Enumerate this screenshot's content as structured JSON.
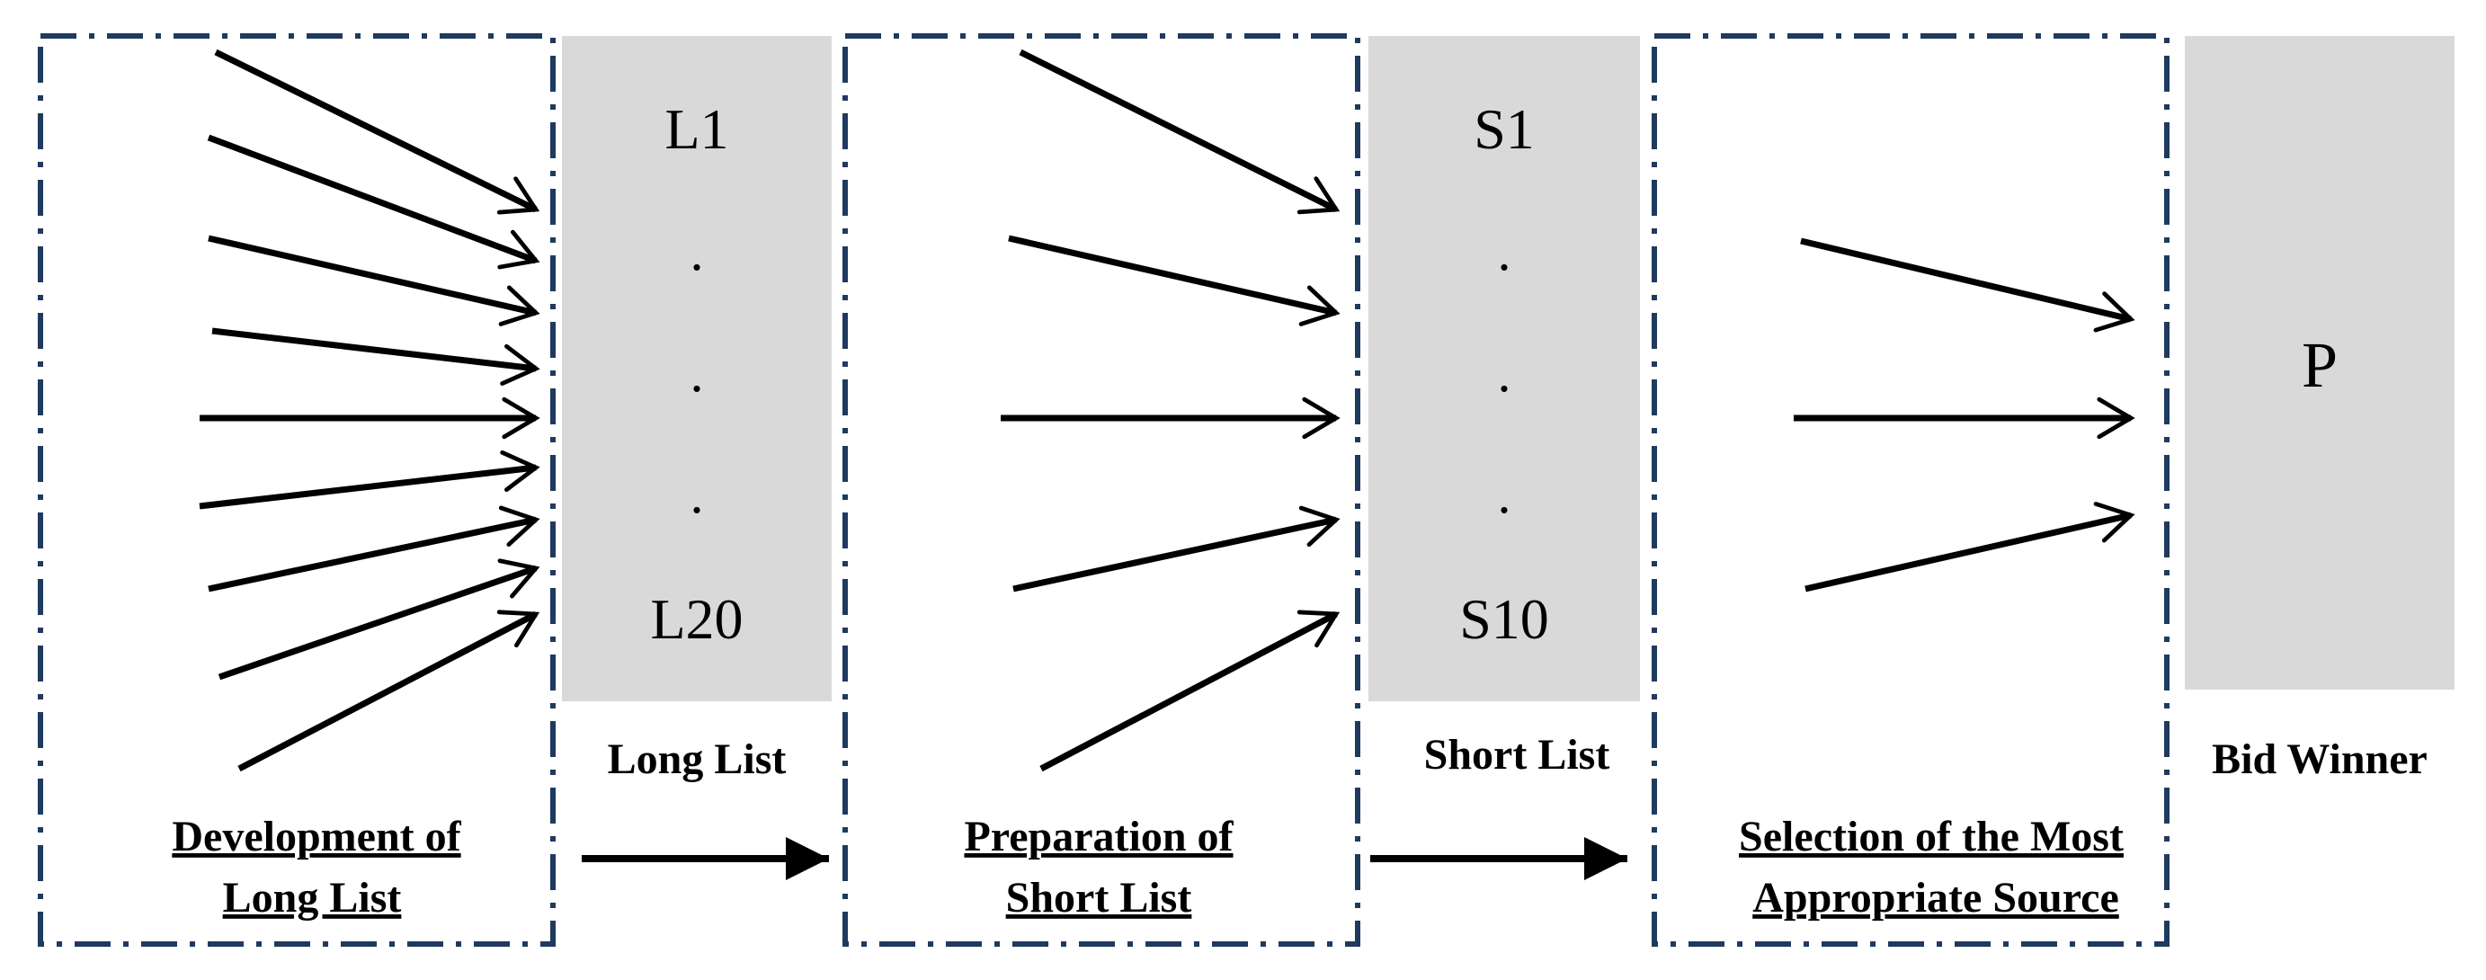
{
  "stages": [
    {
      "line1": "Development of",
      "line2": "Long List"
    },
    {
      "line1": "Preparation of",
      "line2": "Short List"
    },
    {
      "line1": "Selection of the Most",
      "line2": "Appropriate Source"
    }
  ],
  "lists": [
    {
      "label": "Long List",
      "top": "L1",
      "bottom": "L20"
    },
    {
      "label": "Short List",
      "top": "S1",
      "bottom": "S10"
    },
    {
      "label": "Bid Winner",
      "center": "P"
    }
  ],
  "dot": ".",
  "colors": {
    "frame_border": "#1f3a5f",
    "list_fill": "#d9d9d9",
    "arrow": "#000000",
    "text": "#000000"
  }
}
